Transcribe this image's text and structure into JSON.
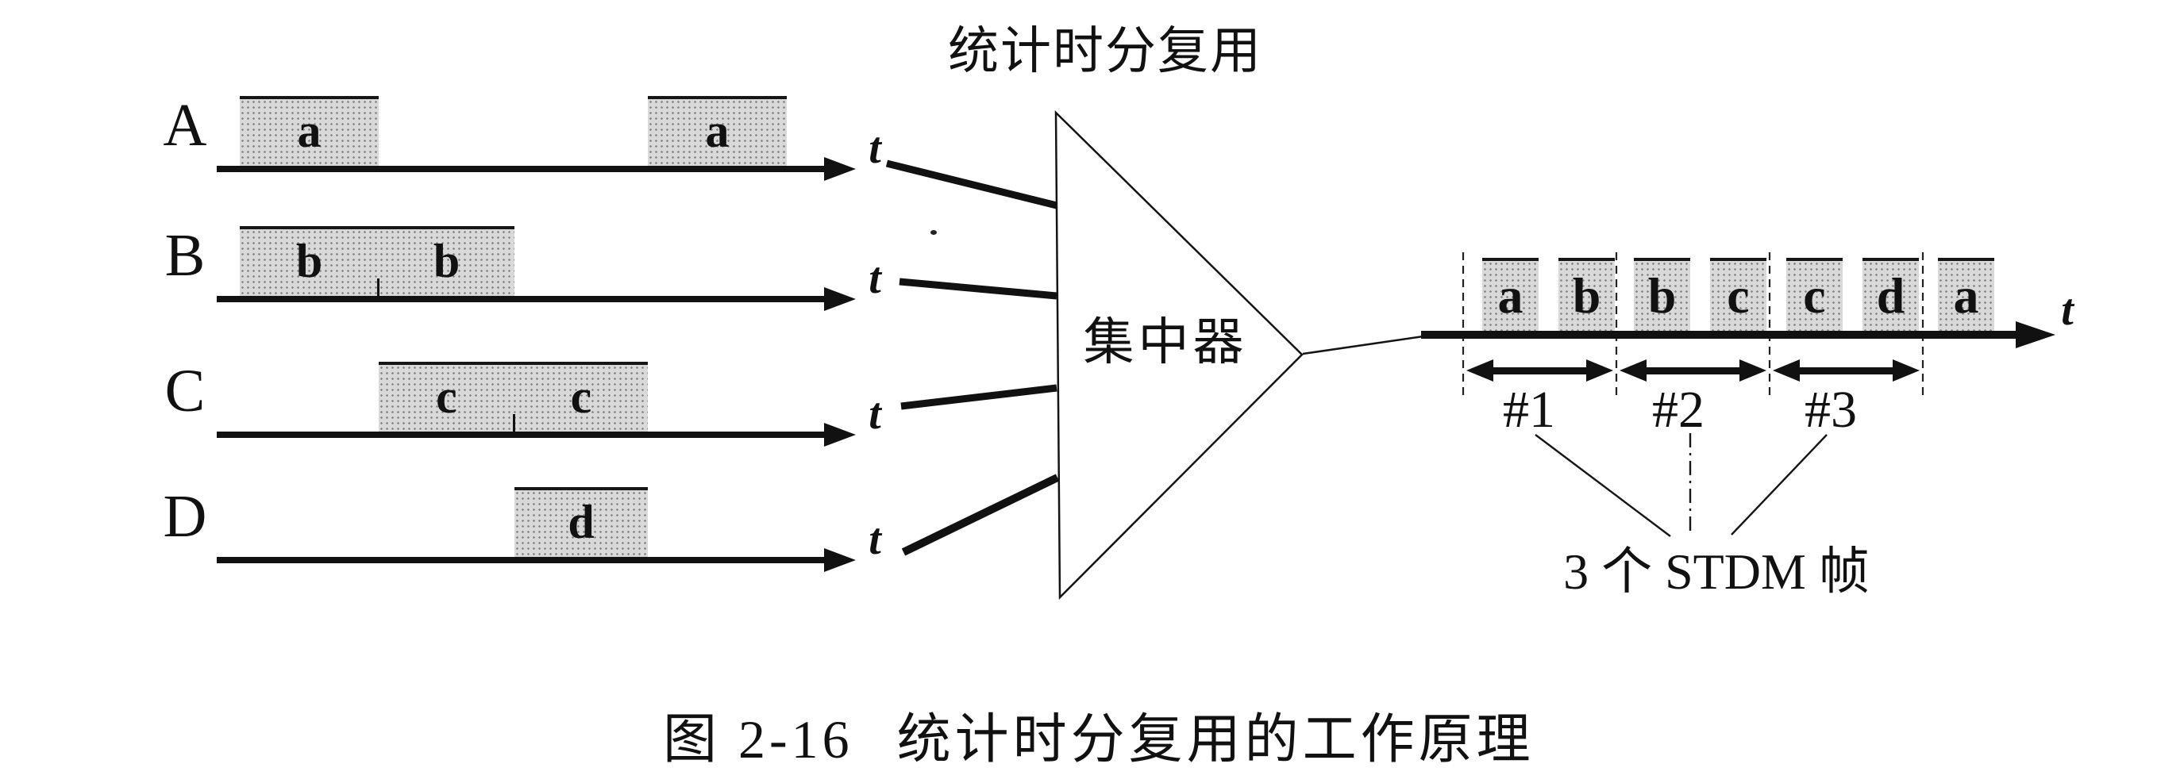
{
  "figure": {
    "title": "统计时分复用",
    "axis_t": "t",
    "caption_prefix": "图 2-16",
    "caption_text": "统计时分复用的工作原理"
  },
  "concentrator": {
    "label": "集中器"
  },
  "inputs": [
    {
      "label": "A",
      "blocks": [
        {
          "letters": [
            "a"
          ],
          "start": 0,
          "span": 1
        },
        {
          "letters": [
            "a"
          ],
          "start": 3,
          "span": 1
        }
      ]
    },
    {
      "label": "B",
      "blocks": [
        {
          "letters": [
            "b",
            "b"
          ],
          "start": 0,
          "span": 2
        }
      ]
    },
    {
      "label": "C",
      "blocks": [
        {
          "letters": [
            "c",
            "c"
          ],
          "start": 1,
          "span": 2
        }
      ]
    },
    {
      "label": "D",
      "blocks": [
        {
          "letters": [
            "d"
          ],
          "start": 2,
          "span": 1
        }
      ]
    }
  ],
  "output": {
    "slots": [
      "a",
      "b",
      "b",
      "c",
      "c",
      "d",
      "a"
    ],
    "frames": [
      "#1",
      "#2",
      "#3"
    ],
    "annotation": "3 个 STDM 帧"
  }
}
